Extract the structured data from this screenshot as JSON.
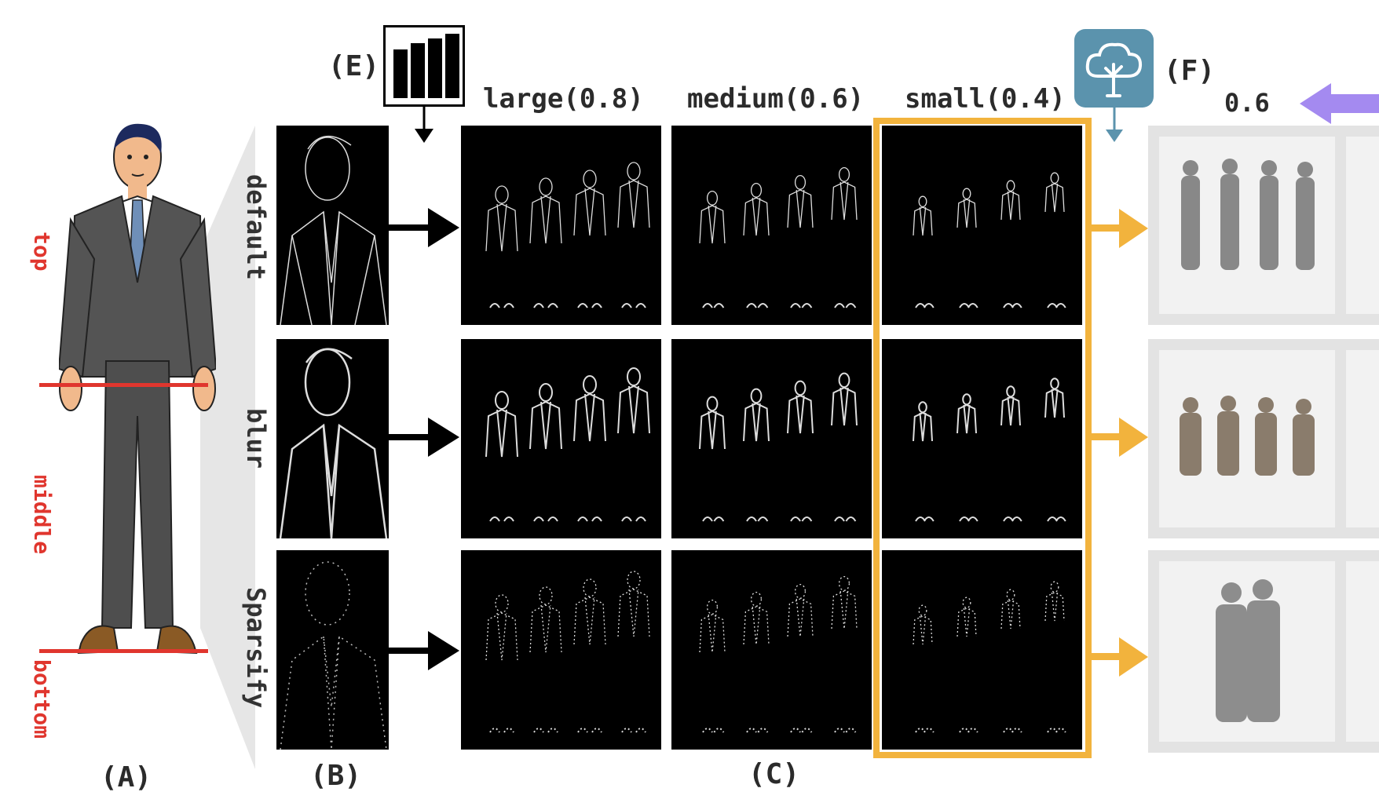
{
  "panel_labels": {
    "a": "(A)",
    "b": "(B)",
    "c": "(C)",
    "e": "(E)",
    "f": "(F)"
  },
  "body_regions": {
    "top": "top",
    "middle": "middle",
    "bottom": "bottom"
  },
  "rows": {
    "default": "default",
    "blur": "blur",
    "sparsify": "Sparsify"
  },
  "scales": {
    "large": "large(0.8)",
    "medium": "medium(0.6)",
    "small": "small(0.4)"
  },
  "output_value": "0.6",
  "colors": {
    "accent_orange": "#f2b33d",
    "body_line_red": "#e0362e",
    "cloud_blue": "#5b93ad",
    "arrow_purple": "#a48af0"
  },
  "icons": {
    "histogram": "bar-chart-icon",
    "cloud": "tree-cloud-icon"
  }
}
